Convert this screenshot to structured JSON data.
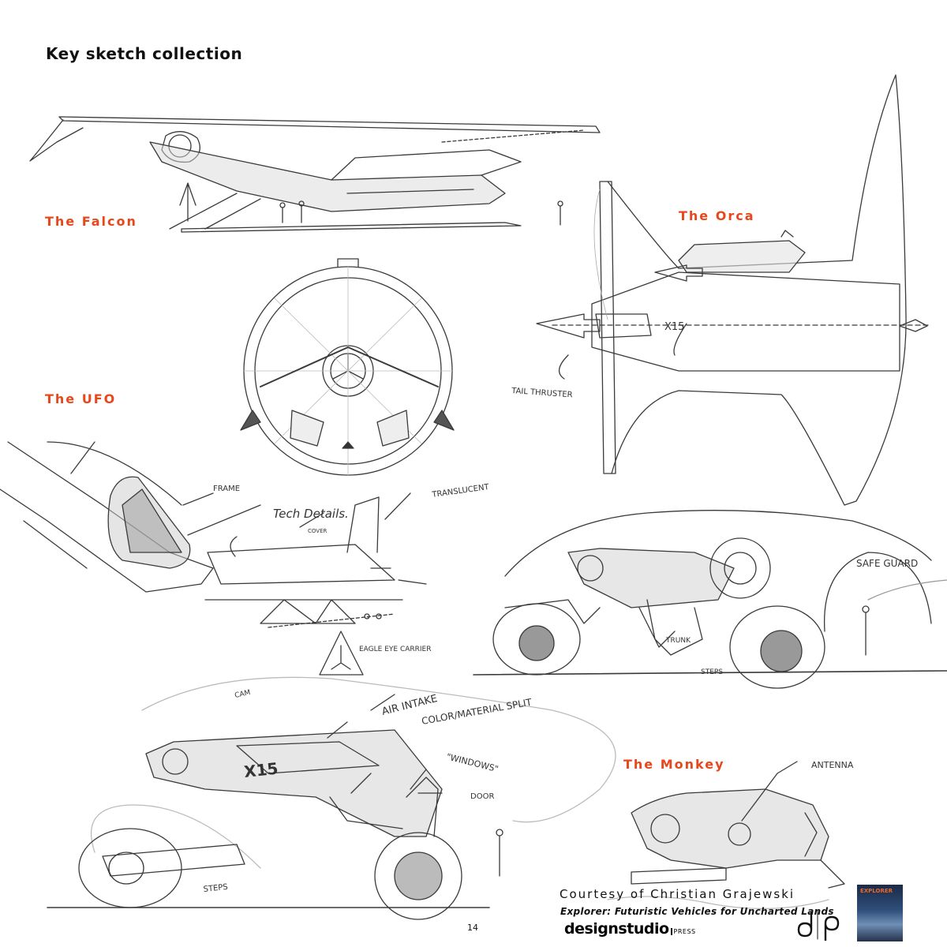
{
  "page": {
    "title": "Key sketch collection",
    "page_number": "14"
  },
  "vehicles": {
    "falcon": "The Falcon",
    "orca": "The Orca",
    "ufo": "The UFO",
    "monkey": "The Monkey"
  },
  "annotations": {
    "tail_thruster": "TAIL THRUSTER",
    "frame": "FRAME",
    "tech_details": "Tech Details.",
    "cover": "COVER",
    "translucent": "TRANSLUCENT",
    "eagle_eye_carrier": "EAGLE EYE CARRIER",
    "safe_guard": "SAFE GUARD",
    "trunk": "TRUNK",
    "steps": "STEPS",
    "cam": "CAM",
    "air_intake": "AIR INTAKE",
    "color_material_split": "COLOR/MATERIAL SPLIT",
    "windows": "\"WINDOWS\"",
    "door": "DOOR",
    "steps_2": "STEPS",
    "antenna": "ANTENNA",
    "x15_orca": "X15",
    "x15_monkey": "X15"
  },
  "footer": {
    "credit": "Courtesy of Christian Grajewski",
    "book_title": "Explorer: Futuristic Vehicles for Uncharted Lands",
    "publisher": "designstudio",
    "publisher_suffix": "PRESS",
    "cover_title": "EXPLORER"
  }
}
